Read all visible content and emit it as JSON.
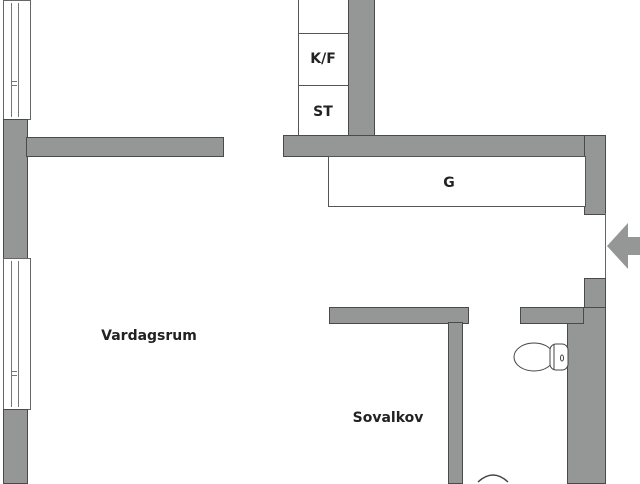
{
  "floorplan": {
    "rooms": {
      "living_room": "Vardagsrum",
      "sleeping_alcove": "Sovalkov"
    },
    "fixtures": {
      "fridge_freezer": "K/F",
      "stove": "ST",
      "wardrobe": "G",
      "toilet": "toilet"
    },
    "entrance": "entrance-arrow",
    "colors": {
      "wall": "#959796",
      "wall_outline": "#4a4a4a",
      "background": "#ffffff",
      "text": "#222222"
    }
  }
}
